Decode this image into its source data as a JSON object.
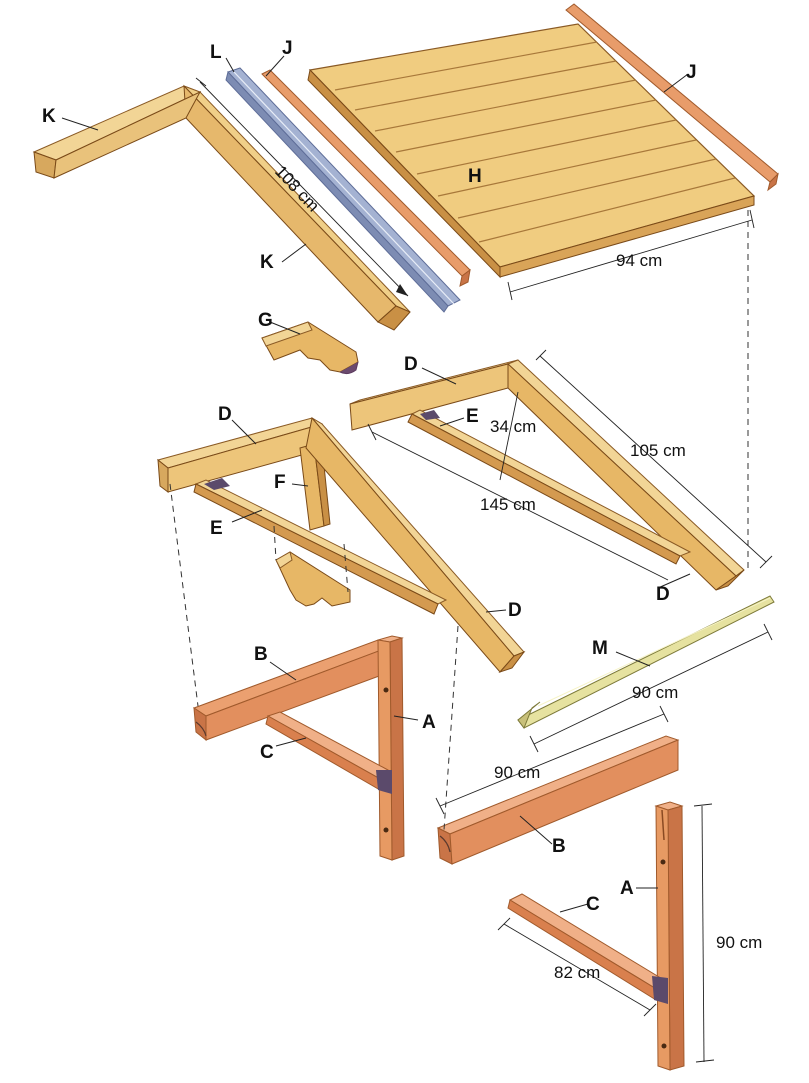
{
  "labels": {
    "K1": "K",
    "K2": "K",
    "L": "L",
    "J1": "J",
    "J2": "J",
    "H": "H",
    "G": "G",
    "D1": "D",
    "D2": "D",
    "D3": "D",
    "D4": "D",
    "E1": "E",
    "E2": "E",
    "F": "F",
    "M": "M",
    "B1": "B",
    "B2": "B",
    "A1": "A",
    "A2": "A",
    "C1": "C",
    "C2": "C"
  },
  "dimensions": {
    "rafter_length": "108 cm",
    "roof_width": "94 cm",
    "upper_post_height": "34 cm",
    "long_brace": "105 cm",
    "top_beam": "145 cm",
    "ridge_board": "90 cm",
    "bracket_beam": "90 cm",
    "post_height": "90 cm",
    "brace_length": "82 cm"
  },
  "colors": {
    "wood_light": "#f0cf86",
    "wood_mid": "#e7b766",
    "wood_dark": "#c98f44",
    "wood_red": "#e79a63",
    "wood_red_dark": "#c97447",
    "metal": "#9aa8c8",
    "metal_dark": "#6d7ca6",
    "green_board": "#e0dc98",
    "shadow": "#5b4a6b"
  }
}
